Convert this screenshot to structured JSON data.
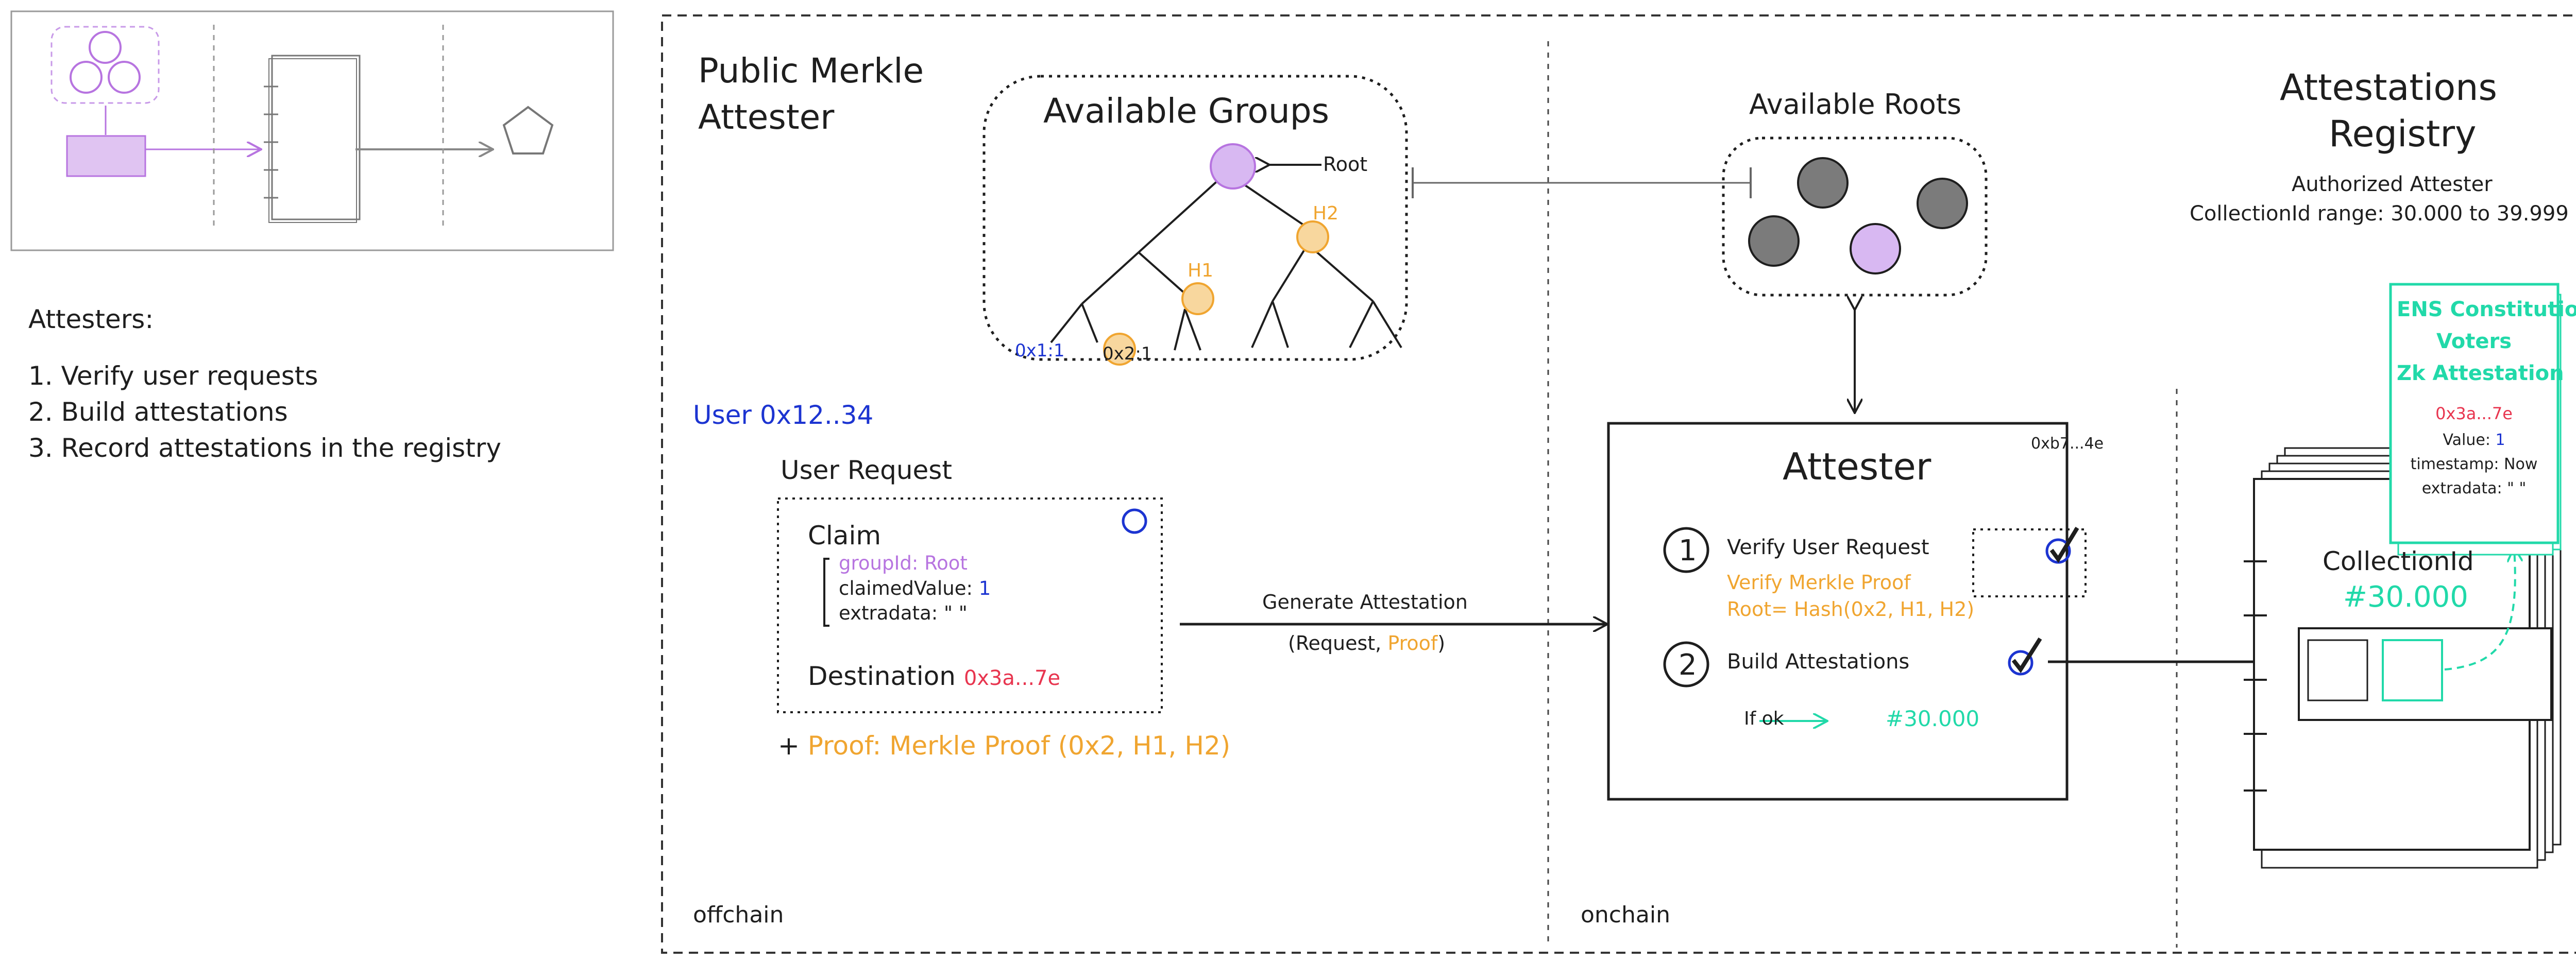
{
  "colors": {
    "ink": "#1e1e1e",
    "blue": "#1c34d1",
    "orange": "#f0a530",
    "purple": "#b774e0",
    "red": "#e8354f",
    "teal": "#21d9a9",
    "gray_node": "#6b6b6b"
  },
  "left_panel": {
    "heading": "Attesters:",
    "items": [
      "1. Verify user requests",
      "2. Build attestations",
      "3. Record attestations in the registry"
    ]
  },
  "offchain": {
    "title_line1": "Public Merkle",
    "title_line2": "Attester",
    "zone_label": "offchain",
    "user_label": "User 0x12..34",
    "request_title": "User Request",
    "claim_label": "Claim",
    "claim_fields": {
      "group_id": "groupId: Root",
      "claimed_value_key": "claimedValue: ",
      "claimed_value": "1",
      "extradata": "extradata: \" \""
    },
    "destination_label": "Destination ",
    "destination_value": "0x3a...7e",
    "proof_plus": "+ ",
    "proof_text": "Proof: Merkle Proof (0x2, H1, H2)"
  },
  "groups": {
    "title": "Available Groups",
    "root_label": "Root",
    "h2_label": "H2",
    "h1_label": "H1",
    "leaf1_label": "0x1:1",
    "leaf2_label": "0x2:1"
  },
  "roots": {
    "title": "Available Roots"
  },
  "flow": {
    "generate_label": "Generate Attestation",
    "request_part": "(Request, ",
    "proof_part": "Proof",
    "close_paren": ")"
  },
  "attester": {
    "zone_label": "onchain",
    "title": "Attester",
    "address": "0xb7...4e",
    "step1_number": "1",
    "step1_label": "Verify User Request",
    "step1_detail1": "Verify Merkle Proof",
    "step1_detail2": "Root= Hash(0x2, H1, H2)",
    "step2_number": "2",
    "step2_label": "Build Attestations",
    "if_ok_label": "If ok",
    "if_ok_value": "#30.000"
  },
  "registry": {
    "title_line1": "Attestations",
    "title_line2": "Registry",
    "authorized_label": "Authorized Attester",
    "range_label": "CollectionId range: 30.000 to 39.999",
    "collection_label": "CollectionId",
    "collection_value": "#30.000"
  },
  "attestation_card": {
    "title_line1": "ENS Constitution",
    "title_line2": "Voters",
    "title_line3": "Zk Attestation",
    "address": "0x3a...7e",
    "value_key": "Value: ",
    "value": "1",
    "timestamp": "timestamp: Now",
    "extradata": "extradata: \" \""
  }
}
